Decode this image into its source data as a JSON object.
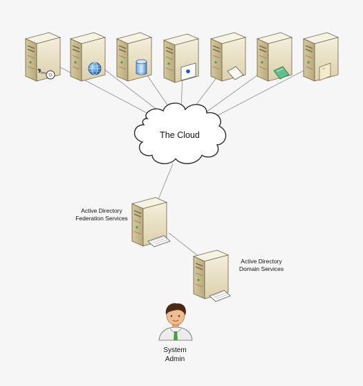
{
  "cloud": {
    "label": "The Cloud"
  },
  "top_servers": [
    {
      "name": "server-key",
      "badge": "key-icon"
    },
    {
      "name": "server-globe",
      "badge": "globe-icon"
    },
    {
      "name": "server-database",
      "badge": "database-icon"
    },
    {
      "name": "server-document",
      "badge": "document-icon"
    },
    {
      "name": "server-blank-card",
      "badge": "card-icon"
    },
    {
      "name": "server-green-card",
      "badge": "green-card-icon"
    },
    {
      "name": "server-note",
      "badge": "note-icon"
    }
  ],
  "adfs": {
    "label_line1": "Active Directory",
    "label_line2": "Federation Services"
  },
  "adds": {
    "label_line1": "Active Directory",
    "label_line2": "Domain Services"
  },
  "admin": {
    "label_line1": "System",
    "label_line2": "Admin"
  },
  "colors": {
    "server_front": "#ece4c8",
    "server_side": "#c9bb8f",
    "server_top": "#f6f1e0",
    "line": "#8a8a8a",
    "cloud_stroke": "#333333"
  }
}
